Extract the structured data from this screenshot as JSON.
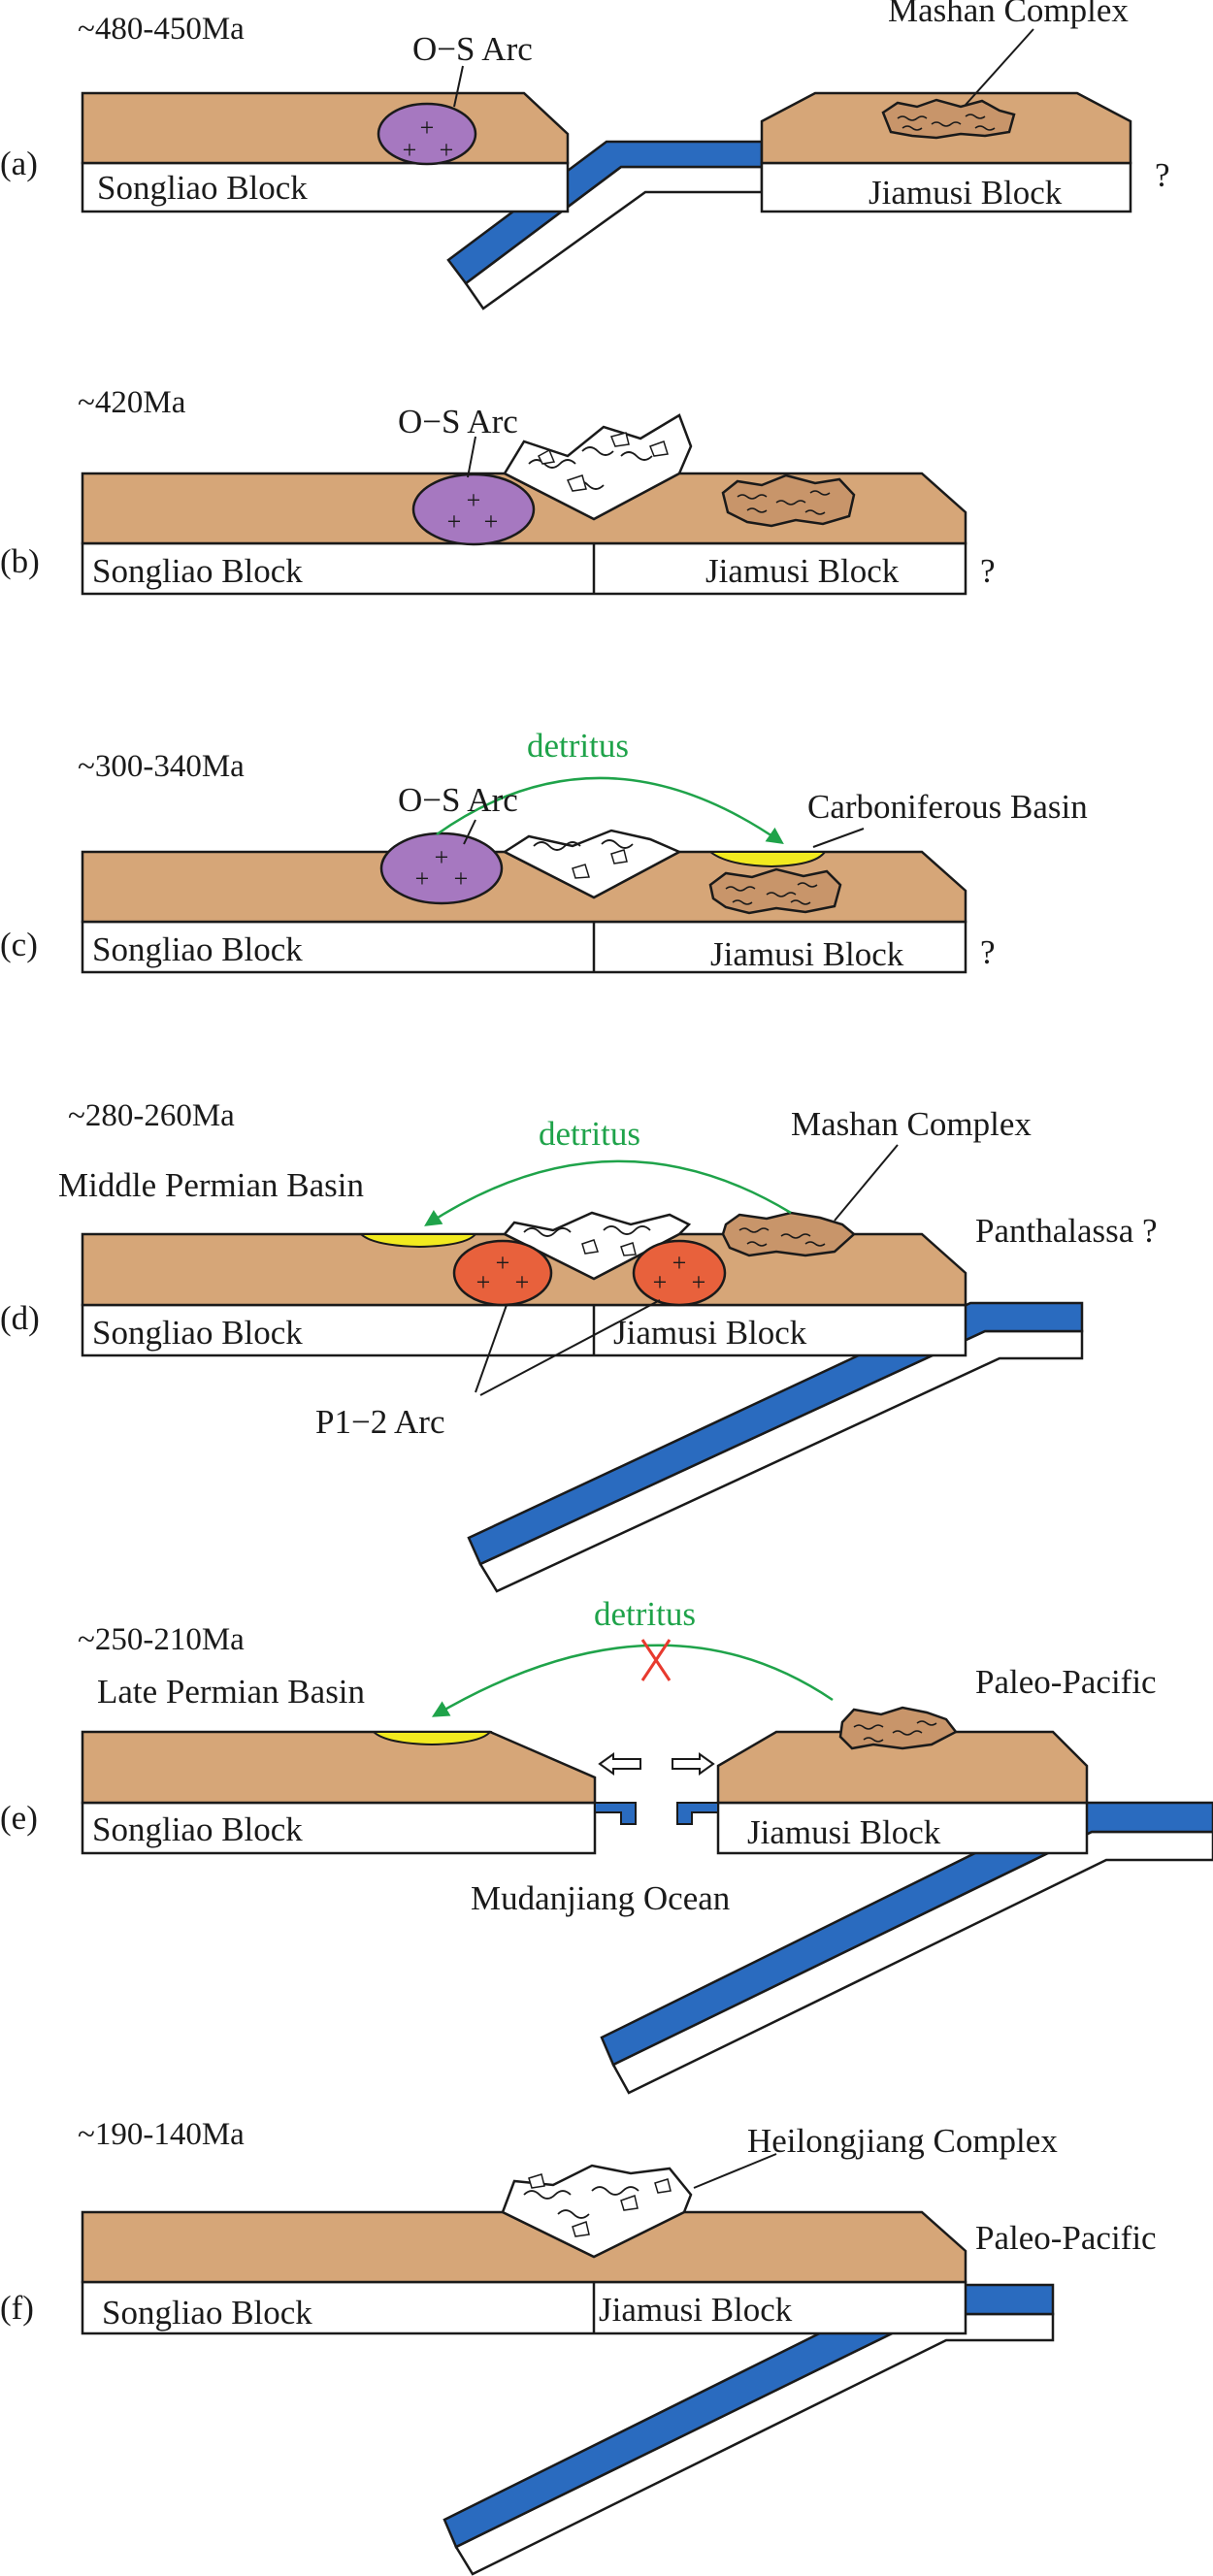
{
  "colors": {
    "crust": "#d6a678",
    "slab": "#2a6bbf",
    "arc_os": "#a678c0",
    "arc_p": "#e8613c",
    "basin": "#f2ea1f",
    "detritus_arrow": "#1fa34a",
    "cross": "#e83a2e",
    "outline": "#1a1a1a"
  },
  "panels": {
    "a": {
      "tag": "(a)",
      "time": "~480-450Ma",
      "arc": "O−S Arc",
      "complex": "Mashan Complex",
      "left_block": "Songliao Block",
      "right_block": "Jiamusi Block",
      "q": "?"
    },
    "b": {
      "tag": "(b)",
      "time": "~420Ma",
      "arc": "O−S Arc",
      "left_block": "Songliao Block",
      "right_block": "Jiamusi Block",
      "q": "?"
    },
    "c": {
      "tag": "(c)",
      "time": "~300-340Ma",
      "arc": "O−S Arc",
      "detritus": "detritus",
      "basin": "Carboniferous Basin",
      "left_block": "Songliao Block",
      "right_block": "Jiamusi Block",
      "q": "?"
    },
    "d": {
      "tag": "(d)",
      "time": "~280-260Ma",
      "detritus": "detritus",
      "complex": "Mashan Complex",
      "basin": "Middle Permian Basin",
      "ocean": "Panthalassa ?",
      "left_block": "Songliao Block",
      "right_block": "Jiamusi Block",
      "arc": "P1−2  Arc"
    },
    "e": {
      "tag": "(e)",
      "time": "~250-210Ma",
      "detritus": "detritus",
      "basin": "Late Permian Basin",
      "ocean": "Paleo-Pacific",
      "left_block": "Songliao Block",
      "right_block": "Jiamusi Block",
      "rift": "Mudanjiang  Ocean"
    },
    "f": {
      "tag": "(f)",
      "time": "~190-140Ma",
      "complex": "Heilongjiang  Complex",
      "ocean": "Paleo-Pacific",
      "left_block": "Songliao Block",
      "right_block": "Jiamusi Block"
    }
  }
}
